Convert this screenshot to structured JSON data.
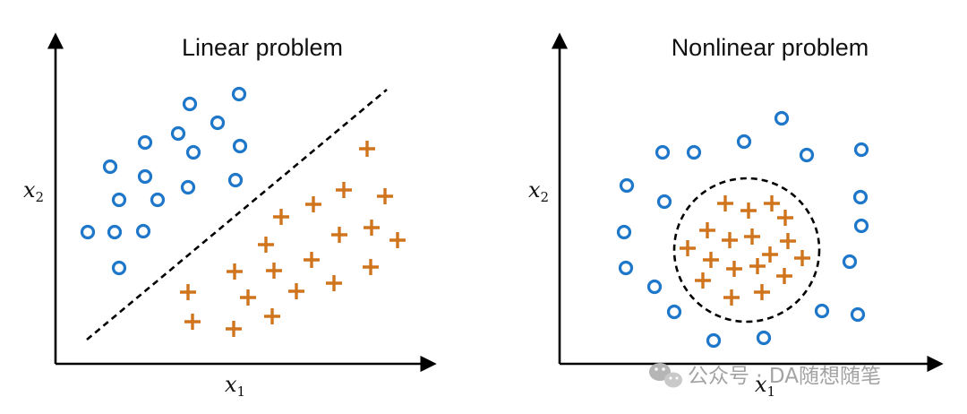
{
  "panels": [
    {
      "title": "Linear problem",
      "x_label": "x",
      "x_sub": "1",
      "y_label": "x",
      "y_sub": "2",
      "boundary": "line",
      "circles": [
        [
          267,
          105
        ],
        [
          212,
          116
        ],
        [
          243,
          137
        ],
        [
          199,
          149
        ],
        [
          162,
          159
        ],
        [
          268,
          163
        ],
        [
          216,
          170
        ],
        [
          123,
          186
        ],
        [
          162,
          197
        ],
        [
          263,
          201
        ],
        [
          210,
          209
        ],
        [
          133,
          223
        ],
        [
          176,
          223
        ],
        [
          98,
          259
        ],
        [
          128,
          259
        ],
        [
          160,
          258
        ],
        [
          133,
          299
        ]
      ],
      "pluses": [
        [
          410,
          166
        ],
        [
          384,
          212
        ],
        [
          430,
          219
        ],
        [
          350,
          228
        ],
        [
          314,
          242
        ],
        [
          415,
          254
        ],
        [
          379,
          262
        ],
        [
          444,
          268
        ],
        [
          297,
          273
        ],
        [
          348,
          290
        ],
        [
          262,
          303
        ],
        [
          306,
          302
        ],
        [
          414,
          298
        ],
        [
          210,
          326
        ],
        [
          277,
          332
        ],
        [
          331,
          325
        ],
        [
          373,
          316
        ],
        [
          215,
          359
        ],
        [
          261,
          367
        ],
        [
          304,
          353
        ]
      ]
    },
    {
      "title": "Nonlinear problem",
      "x_label": "x",
      "x_sub": "1",
      "y_label": "x",
      "y_sub": "2",
      "boundary": "circle",
      "circles": [
        [
          873,
          132
        ],
        [
          831,
          158
        ],
        [
          740,
          170
        ],
        [
          775,
          170
        ],
        [
          901,
          173
        ],
        [
          962,
          167
        ],
        [
          700,
          207
        ],
        [
          742,
          225
        ],
        [
          961,
          220
        ],
        [
          962,
          252
        ],
        [
          697,
          259
        ],
        [
          699,
          299
        ],
        [
          949,
          292
        ],
        [
          731,
          320
        ],
        [
          753,
          348
        ],
        [
          918,
          347
        ],
        [
          958,
          351
        ],
        [
          797,
          380
        ],
        [
          853,
          377
        ]
      ],
      "pluses": [
        [
          810,
          227
        ],
        [
          862,
          227
        ],
        [
          836,
          235
        ],
        [
          877,
          243
        ],
        [
          790,
          257
        ],
        [
          815,
          268
        ],
        [
          840,
          264
        ],
        [
          880,
          269
        ],
        [
          768,
          277
        ],
        [
          860,
          284
        ],
        [
          794,
          290
        ],
        [
          896,
          288
        ],
        [
          820,
          300
        ],
        [
          846,
          297
        ],
        [
          785,
          313
        ],
        [
          876,
          308
        ],
        [
          817,
          332
        ],
        [
          851,
          326
        ]
      ]
    }
  ],
  "watermark": {
    "text": "公众号 · DA随想随笔",
    "icon": "wechat-icon"
  },
  "colors": {
    "circle": "#1f77c9",
    "plus": "#d0741e",
    "axis": "#000000",
    "watermark": "#a3a3a3"
  }
}
